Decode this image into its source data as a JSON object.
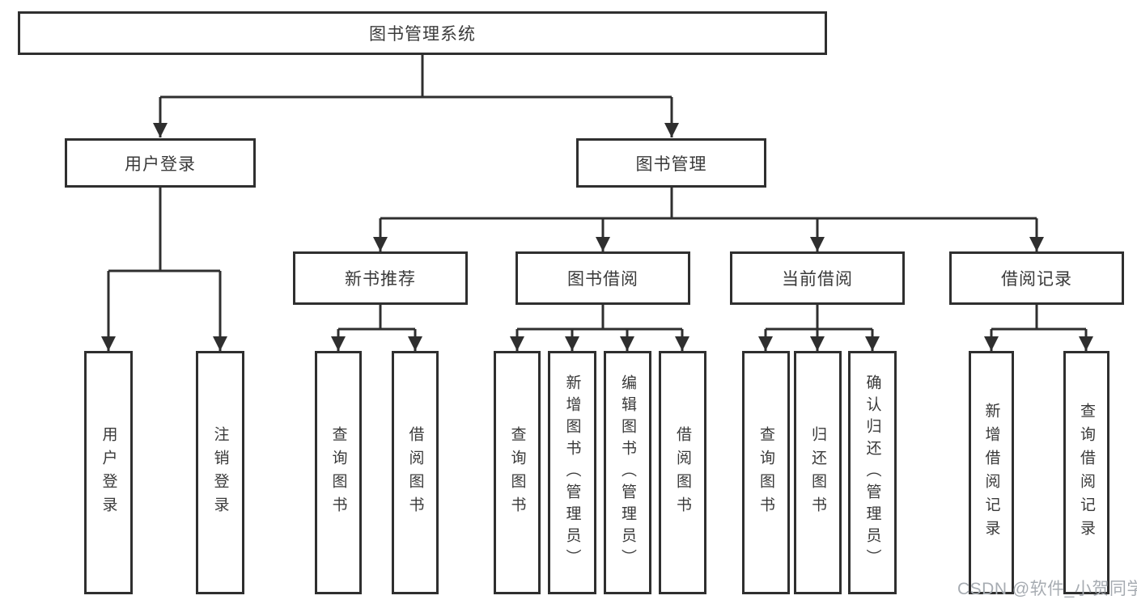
{
  "diagram": {
    "type": "hierarchy-tree",
    "root": "图书管理系统",
    "tree": {
      "图书管理系统": {
        "用户登录": [
          "用户登录",
          "注销登录"
        ],
        "图书管理": {
          "新书推荐": [
            "查询图书",
            "借阅图书"
          ],
          "图书借阅": [
            "查询图书",
            "新增图书（管理员）",
            "编辑图书（管理员）",
            "借阅图书"
          ],
          "当前借阅": [
            "查询图书",
            "归还图书",
            "确认归还（管理员）"
          ],
          "借阅记录": [
            "新增借阅记录",
            "查询借阅记录"
          ]
        }
      }
    },
    "nodes": [
      {
        "id": "root",
        "label": "图书管理系统"
      },
      {
        "id": "user-login",
        "label": "用户登录"
      },
      {
        "id": "book-mgmt",
        "label": "图书管理"
      },
      {
        "id": "new-book-rec",
        "label": "新书推荐"
      },
      {
        "id": "book-borrow",
        "label": "图书借阅"
      },
      {
        "id": "current-borrow",
        "label": "当前借阅"
      },
      {
        "id": "borrow-records",
        "label": "借阅记录"
      },
      {
        "id": "leaf-user-login",
        "label": "用户登录"
      },
      {
        "id": "leaf-logout",
        "label": "注销登录"
      },
      {
        "id": "leaf-query-book-1",
        "label": "查询图书"
      },
      {
        "id": "leaf-borrow-book-1",
        "label": "借阅图书"
      },
      {
        "id": "leaf-query-book-2",
        "label": "查询图书"
      },
      {
        "id": "leaf-add-book",
        "label": "新增图书（管理员）"
      },
      {
        "id": "leaf-edit-book",
        "label": "编辑图书（管理员）"
      },
      {
        "id": "leaf-borrow-book-2",
        "label": "借阅图书"
      },
      {
        "id": "leaf-query-book-3",
        "label": "查询图书"
      },
      {
        "id": "leaf-return-book",
        "label": "归还图书"
      },
      {
        "id": "leaf-confirm-return",
        "label": "确认归还（管理员）"
      },
      {
        "id": "leaf-add-record",
        "label": "新增借阅记录"
      },
      {
        "id": "leaf-query-record",
        "label": "查询借阅记录"
      }
    ]
  },
  "colors": {
    "line": "#2f2f2f",
    "box_border": "#2f2f2f",
    "box_background": "#ffffff",
    "text": "#3a3a3a",
    "watermark": "#a7acb2",
    "page_background": "#ffffff"
  },
  "watermark": {
    "text": "CSDN @软件_小贺同学"
  }
}
